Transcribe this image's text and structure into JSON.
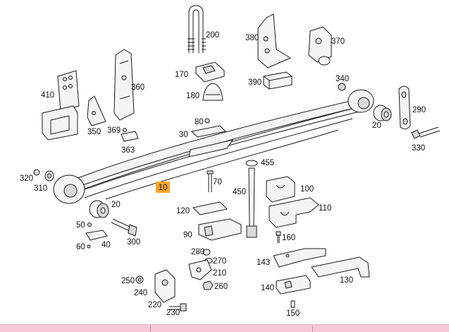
{
  "diagram": {
    "labels": {
      "p10": "10",
      "p20a": "20",
      "p20b": "20",
      "p30": "30",
      "p40": "40",
      "p50": "50",
      "p60": "60",
      "p70": "70",
      "p80": "80",
      "p90": "90",
      "p100": "100",
      "p110": "110",
      "p120": "120",
      "p130": "130",
      "p140": "140",
      "p143": "143",
      "p150": "150",
      "p160": "160",
      "p170": "170",
      "p180": "180",
      "p200": "200",
      "p210": "210",
      "p220": "220",
      "p230": "230",
      "p240": "240",
      "p250": "250",
      "p260": "260",
      "p270": "270",
      "p280": "280",
      "p290": "290",
      "p300": "300",
      "p310": "310",
      "p320": "320",
      "p330": "330",
      "p340": "340",
      "p350": "350",
      "p360": "360",
      "p363": "363",
      "p369": "369",
      "p370": "370",
      "p380": "380",
      "p390": "390",
      "p410": "410",
      "p450": "450",
      "p455": "455"
    },
    "highlighted_part": "10",
    "highlight_color": "#f5a623",
    "footer_color": "#f7c9d8"
  }
}
